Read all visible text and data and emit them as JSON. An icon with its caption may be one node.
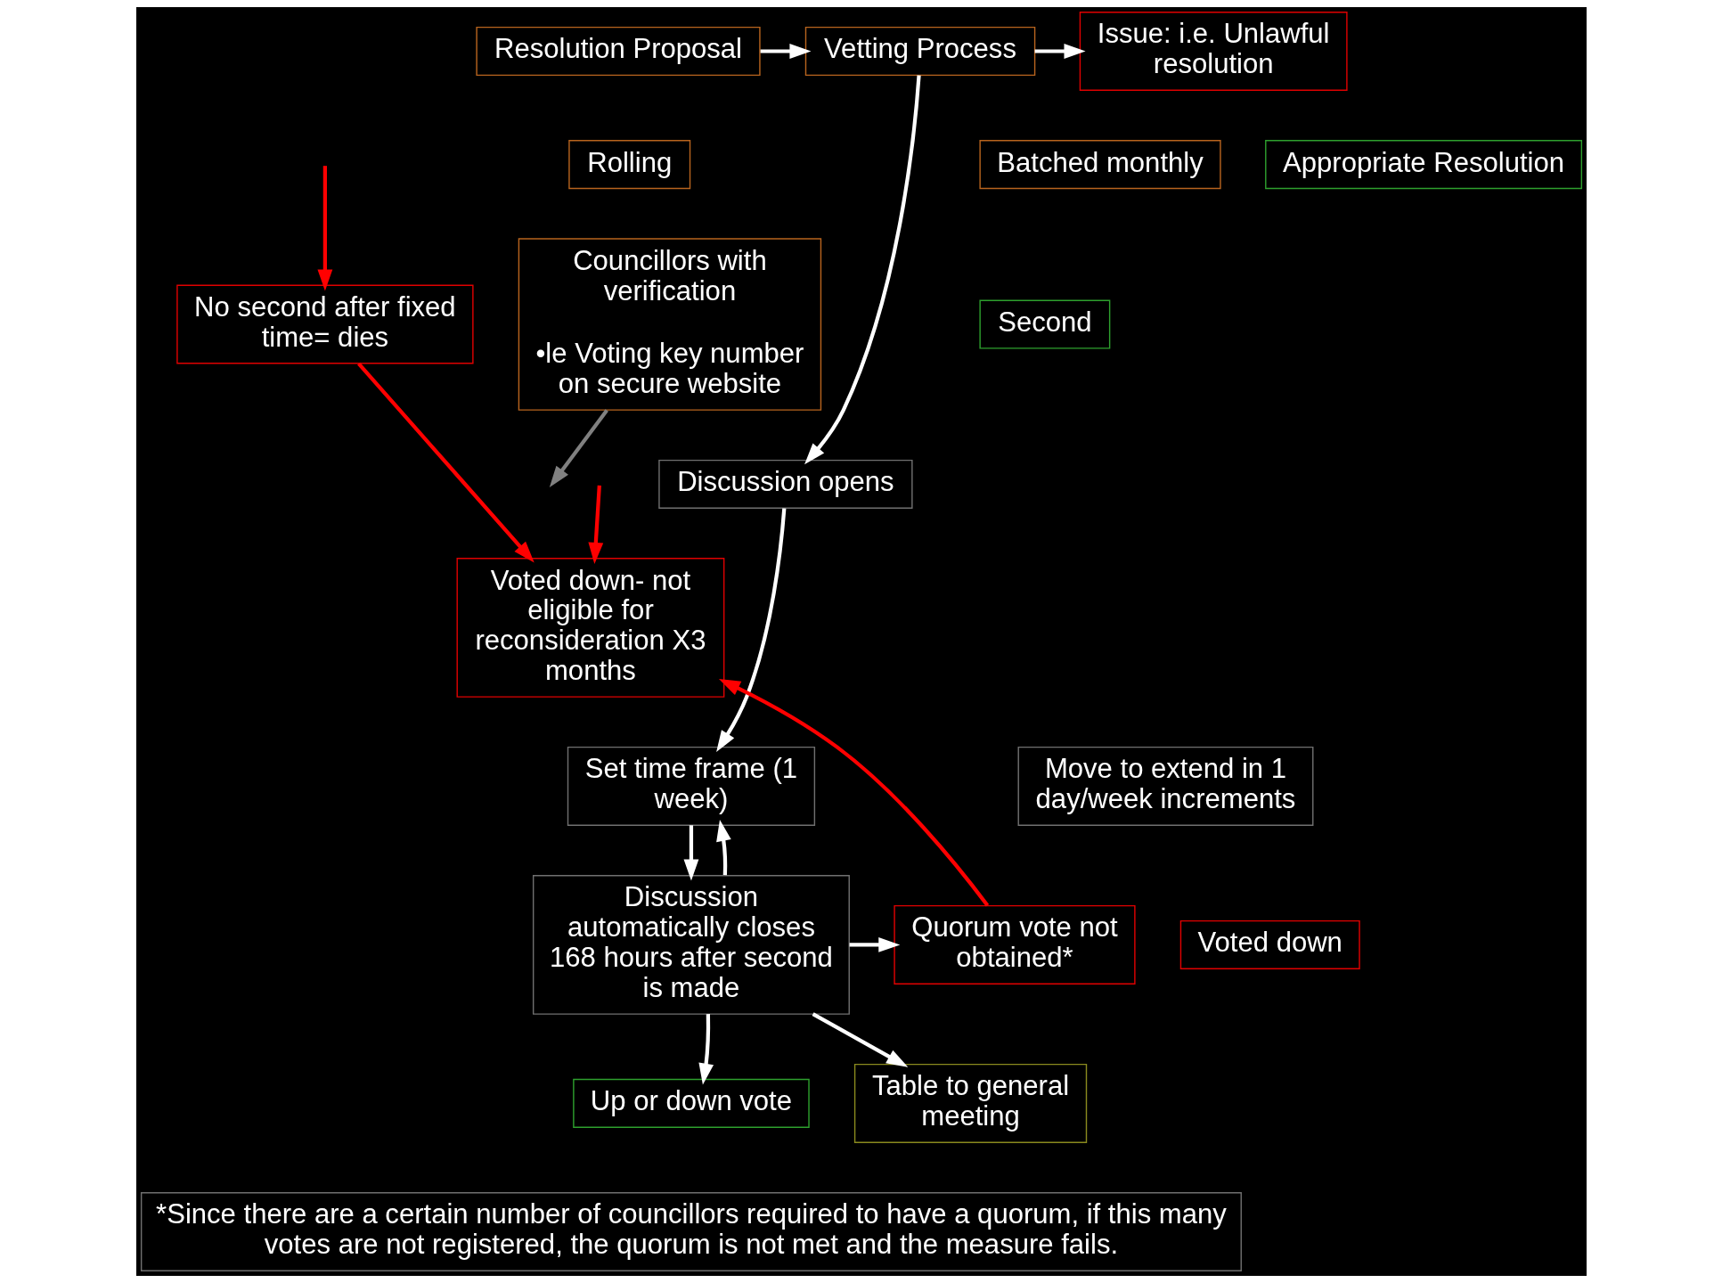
{
  "diagram": {
    "nodes": [
      {
        "text": [
          "Resolution Proposal"
        ]
      },
      {
        "text": [
          "Rolling"
        ]
      },
      {
        "text": [
          "Batched monthly"
        ]
      },
      {
        "text": [
          "Vetting Process"
        ]
      },
      {
        "text": [
          "Issue: i.e. Unlawful resolution"
        ]
      },
      {
        "text": [
          "Appropriate Resolution"
        ]
      },
      {
        "text": [
          "Councillors with verification",
          "•le Voting key number on secure website"
        ]
      },
      {
        "text": [
          "Second"
        ]
      },
      {
        "text": [
          "No second after fixed time= dies"
        ]
      },
      {
        "text": [
          "Discussion opens"
        ]
      },
      {
        "text": [
          "Voted down- not eligible for reconsideration X3 months"
        ]
      },
      {
        "text": [
          "Set time frame (1 week)"
        ]
      },
      {
        "text": [
          "Move to extend in 1 day/week increments"
        ]
      },
      {
        "text": [
          "Discussion automatically closes 168 hours after second is made"
        ]
      },
      {
        "text": [
          "Quorum vote not obtained*"
        ]
      },
      {
        "text": [
          "Voted down"
        ]
      },
      {
        "text": [
          "Up or down vote"
        ]
      },
      {
        "text": [
          "Table to general meeting"
        ]
      },
      {
        "text": [
          "*Since there are a certain number of councillors required to have a quorum, if this many votes are not registered, the quorum is not met and the measure fails."
        ]
      }
    ],
    "edges": [
      {
        "from": 0,
        "to": 3,
        "arrow": "to"
      },
      {
        "from": 3,
        "to": 4,
        "arrow": "to"
      },
      {
        "from": 3,
        "to": 9,
        "arrow": "to"
      },
      {
        "from": null,
        "to": 8,
        "arrow": "to",
        "color": "#ff0000"
      },
      {
        "from": 6,
        "to": null,
        "arrow": "to",
        "color": "#808080"
      },
      {
        "from": 8,
        "to": 10,
        "arrow": "to",
        "color": "#ff0000"
      },
      {
        "from": 9,
        "to": 11,
        "arrow": "to"
      },
      {
        "from": 11,
        "to": 13,
        "arrow": "to"
      },
      {
        "from": 13,
        "to": 11,
        "arrow": "to"
      },
      {
        "from": 13,
        "to": 14,
        "arrow": "to"
      },
      {
        "from": 14,
        "to": 10,
        "arrow": "to",
        "color": "#ff0000"
      },
      {
        "from": null,
        "to": 10,
        "arrow": "to",
        "color": "#ff0000"
      },
      {
        "from": 13,
        "to": 16,
        "arrow": "to"
      },
      {
        "from": 13,
        "to": 17,
        "arrow": "to"
      }
    ]
  }
}
